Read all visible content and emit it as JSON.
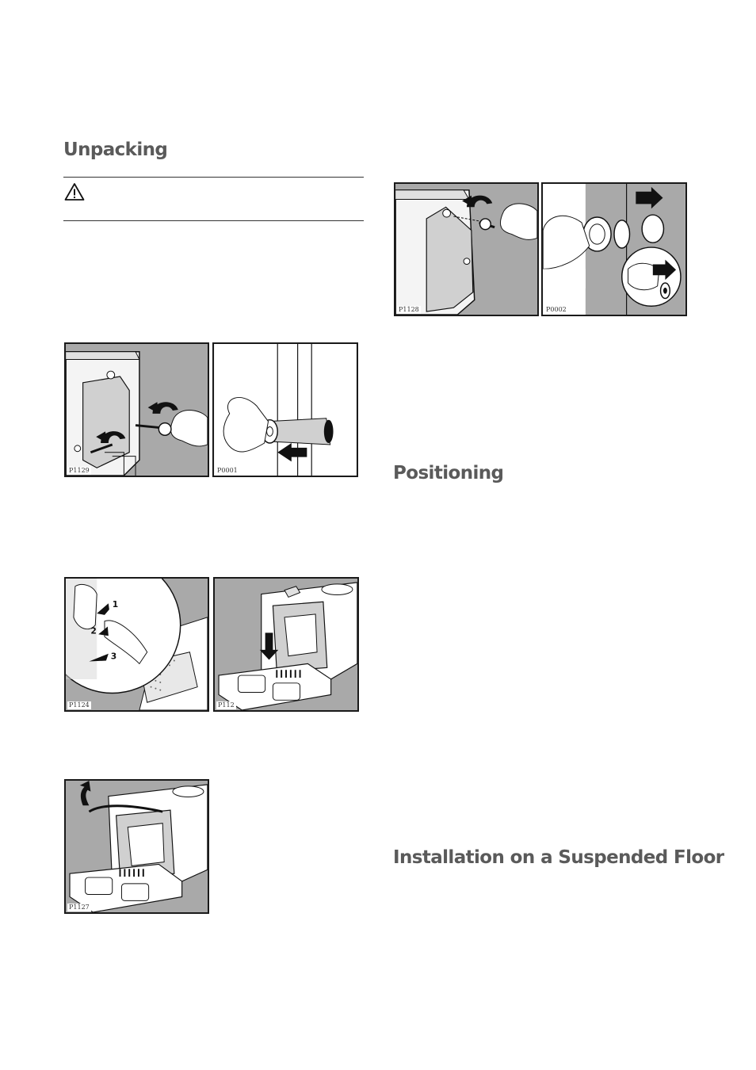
{
  "sections": {
    "unpacking": "Unpacking",
    "positioning": "Positioning",
    "suspended_floor": "Installation on a Suspended Floor"
  },
  "figures": [
    {
      "code": "P1129"
    },
    {
      "code": "P0001"
    },
    {
      "code": "P1124"
    },
    {
      "code": "P112"
    },
    {
      "code": "P1127"
    },
    {
      "code": "P1128"
    },
    {
      "code": "P0002"
    }
  ],
  "step_numbers": [
    "1",
    "2",
    "3"
  ],
  "icons": {
    "warning": "warning-triangle-icon",
    "arrow": "push-arrow-icon"
  }
}
